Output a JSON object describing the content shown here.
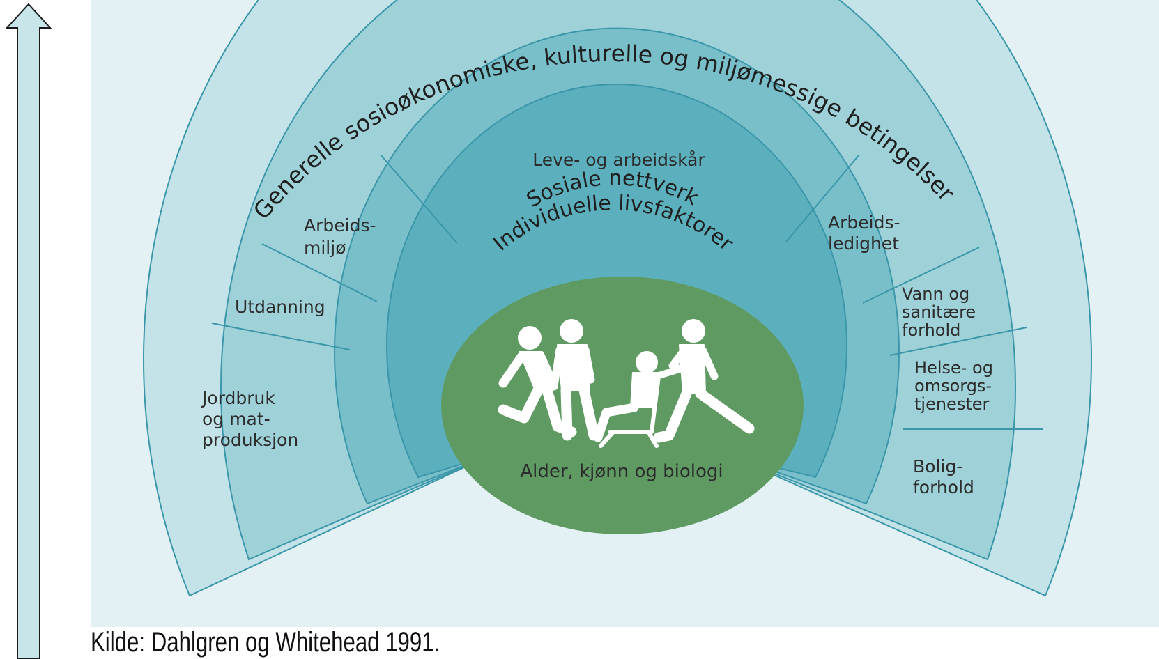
{
  "diagram": {
    "outer_ring": "Generelle sosioøkonomiske, kulturelle og miljømessige betingelser",
    "segments": [
      {
        "key": "leve",
        "lines": [
          "Leve- og arbeidskår"
        ]
      },
      {
        "key": "arbeidsmiljo",
        "lines": [
          "Arbeids-",
          "miljø"
        ]
      },
      {
        "key": "utdanning",
        "lines": [
          "Utdanning"
        ]
      },
      {
        "key": "jordbruk",
        "lines": [
          "Jordbruk",
          "og mat-",
          "produksjon"
        ]
      },
      {
        "key": "arbeidsledighet",
        "lines": [
          "Arbeids-",
          "ledighet"
        ]
      },
      {
        "key": "vann",
        "lines": [
          "Vann og",
          "sanitære",
          "forhold"
        ]
      },
      {
        "key": "helse",
        "lines": [
          "Helse- og",
          "omsorgs-",
          "tjenester"
        ]
      },
      {
        "key": "bolig",
        "lines": [
          "Bolig-",
          "forhold"
        ]
      }
    ],
    "social_ring": "Sosiale nettverk",
    "individual_ring": "Individuelle livsfaktorer",
    "center": "Alder, kjønn og biologi"
  },
  "caption": "Kilde: Dahlgren og Whitehead 1991.",
  "colors": {
    "background_panel": "#e3f1f4",
    "outer_ring": "#c4e3e8",
    "segments": "#9fd1d9",
    "social_ring": "#79bfca",
    "individual_ring": "#5cb0bd",
    "center": "#5e9a62",
    "stroke": "#3a96a8",
    "arrow_fill": "#c8e6ea"
  }
}
